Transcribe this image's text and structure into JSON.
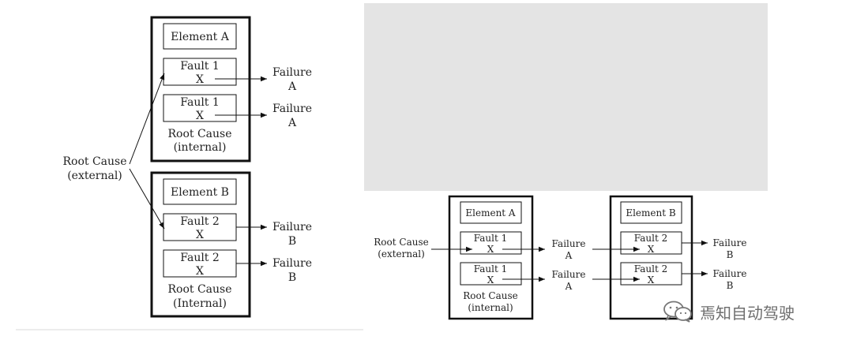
{
  "top_fragment": "(… ……… …)",
  "colors": {
    "stroke": "#111111",
    "gray_panel": "#e4e4e4",
    "rule": "#ececec"
  },
  "left_diagram": {
    "root_cause_external": [
      "Root Cause",
      "(external)"
    ],
    "element_a": {
      "title": "Element A",
      "fault1": [
        "Fault 1",
        "X"
      ],
      "fault2": [
        "Fault 1",
        "X"
      ],
      "root_cause_internal": [
        "Root Cause",
        "(internal)"
      ],
      "failure1": [
        "Failure",
        "A"
      ],
      "failure2": [
        "Failure",
        "A"
      ]
    },
    "element_b": {
      "title": "Element B",
      "fault1": [
        "Fault 2",
        "X"
      ],
      "fault2": [
        "Fault 2",
        "X"
      ],
      "root_cause_internal": [
        "Root Cause",
        "(Internal)"
      ],
      "failure1": [
        "Failure",
        "B"
      ],
      "failure2": [
        "Failure",
        "B"
      ]
    }
  },
  "right_diagram": {
    "root_cause_external": [
      "Root Cause",
      "(external)"
    ],
    "element_a": {
      "title": "Element A",
      "fault1": [
        "Fault 1",
        "X"
      ],
      "fault2": [
        "Fault 1",
        "X"
      ],
      "root_cause_internal": [
        "Root Cause",
        "(internal)"
      ]
    },
    "failures_a": [
      [
        "Failure",
        "A"
      ],
      [
        "Failure",
        "A"
      ]
    ],
    "element_b": {
      "title": "Element B",
      "fault1": [
        "Fault 2",
        "X"
      ],
      "fault2": [
        "Fault 2",
        "X"
      ]
    },
    "failures_b": [
      [
        "Failure",
        "B"
      ],
      [
        "Failure",
        "B"
      ]
    ]
  },
  "watermark": {
    "text": "焉知自动驾驶",
    "icon": "wechat-icon"
  }
}
